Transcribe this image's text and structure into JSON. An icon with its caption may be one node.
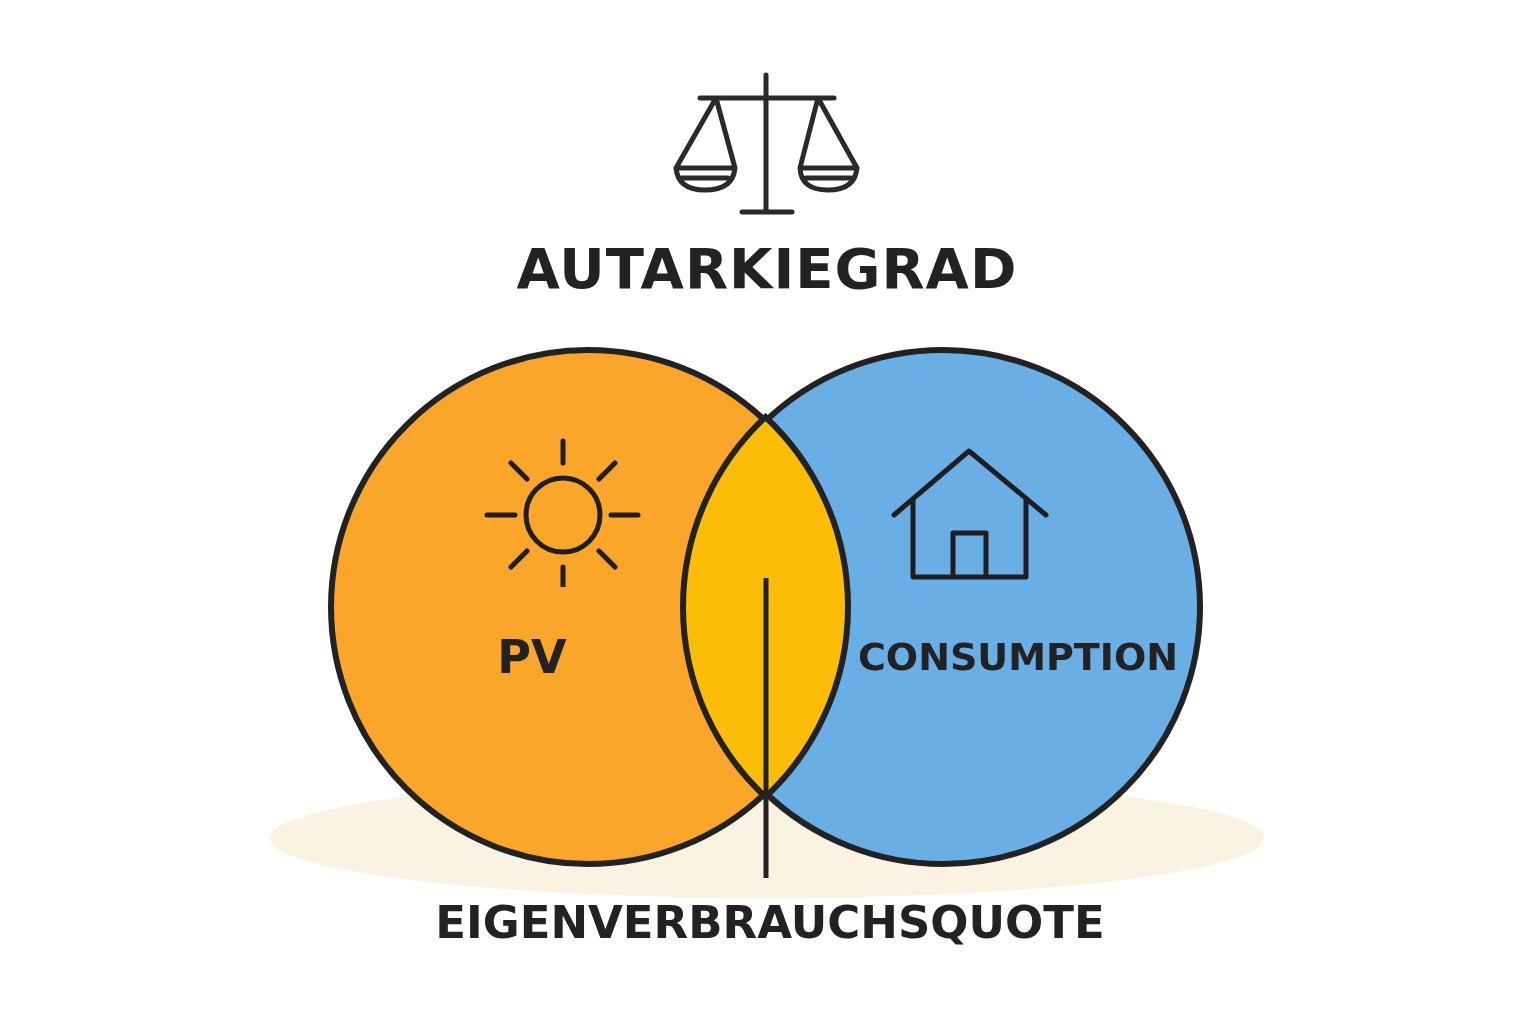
{
  "diagram": {
    "title": "AUTARKIEGRAD",
    "nodes": [
      {
        "text": [
          "PV"
        ]
      },
      {
        "text": [
          "CONSUMPTION"
        ]
      },
      {
        "text": [],
        "shape": "lens"
      },
      {
        "text": [
          "EIGENVERBRAUCHSQUOTE"
        ]
      }
    ],
    "edges": [
      {
        "from": 3,
        "to": 2,
        "arrow": "none"
      }
    ]
  }
}
